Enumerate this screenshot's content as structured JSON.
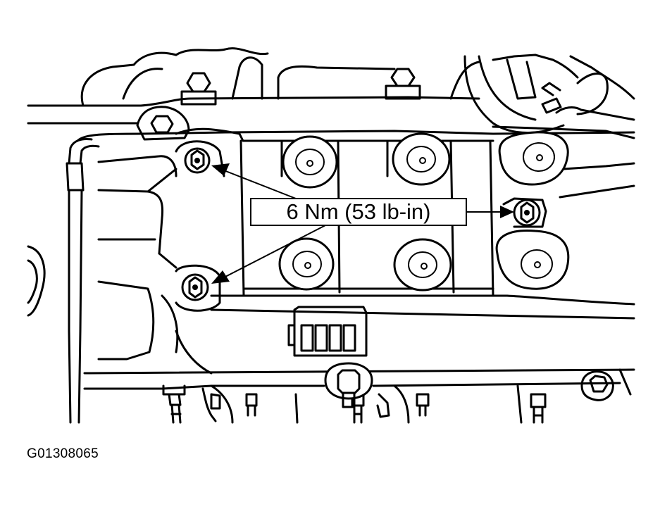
{
  "callout": {
    "torque_label": "6 Nm (53 lb-in)"
  },
  "figure": {
    "id": "G01308065"
  },
  "icons": {
    "arrow": "arrow-pointer",
    "bolt": "bolt-head",
    "coil": "ignition-coil"
  }
}
